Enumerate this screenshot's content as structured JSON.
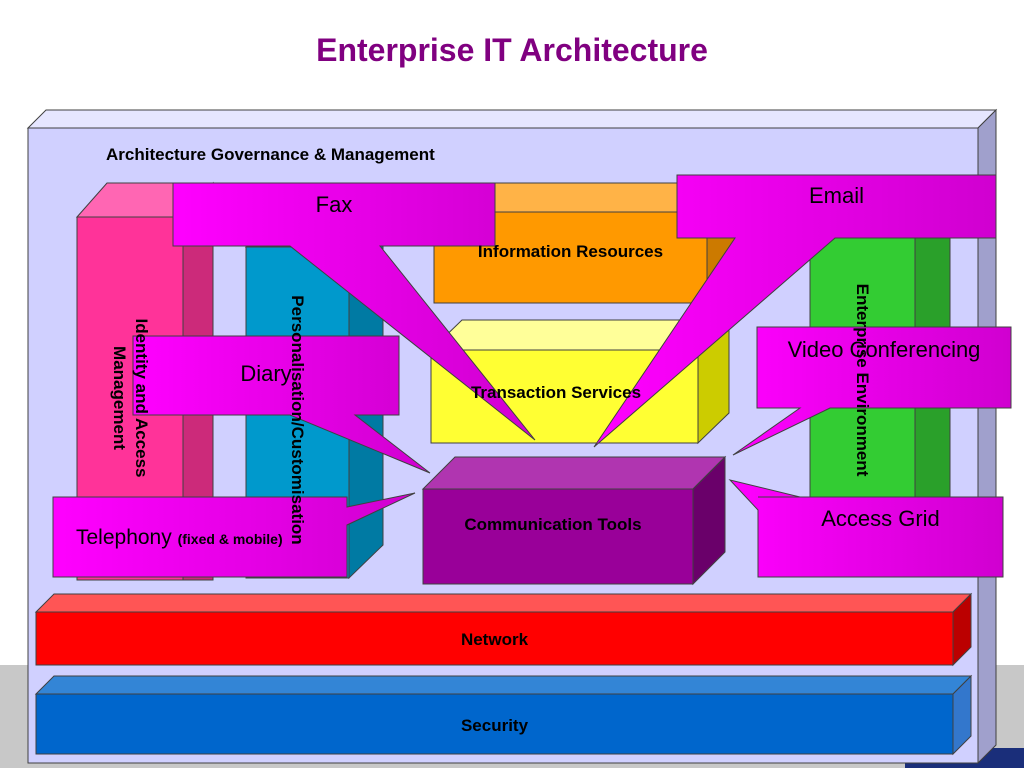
{
  "title": "Enterprise IT Architecture",
  "labels": {
    "governance": "Architecture Governance & Management",
    "identity_line1": "Identity and Access",
    "identity_line2": "Management",
    "personalisation": "Personalisation/Customisation",
    "information": "Information Resources",
    "transaction": "Transaction Services",
    "communication": "Communication Tools",
    "enterprise": "Enterprise Environment",
    "network": "Network",
    "security": "Security"
  },
  "callouts": {
    "fax": "Fax",
    "email": "Email",
    "diary": "Diary",
    "video": "Video Conferencing",
    "telephony": "Telephony",
    "telephony_sub": "(fixed & mobile)",
    "access_grid": "Access Grid"
  },
  "colors": {
    "title": "#800080",
    "outer_box": "#d0d0ff",
    "identity": "#ff3399",
    "personalisation": "#0099cc",
    "information": "#ff9900",
    "transaction": "#ffff33",
    "communication": "#990099",
    "enterprise": "#33cc33",
    "network": "#ff0000",
    "security": "#0066cc",
    "callout": "#ff00ff"
  }
}
